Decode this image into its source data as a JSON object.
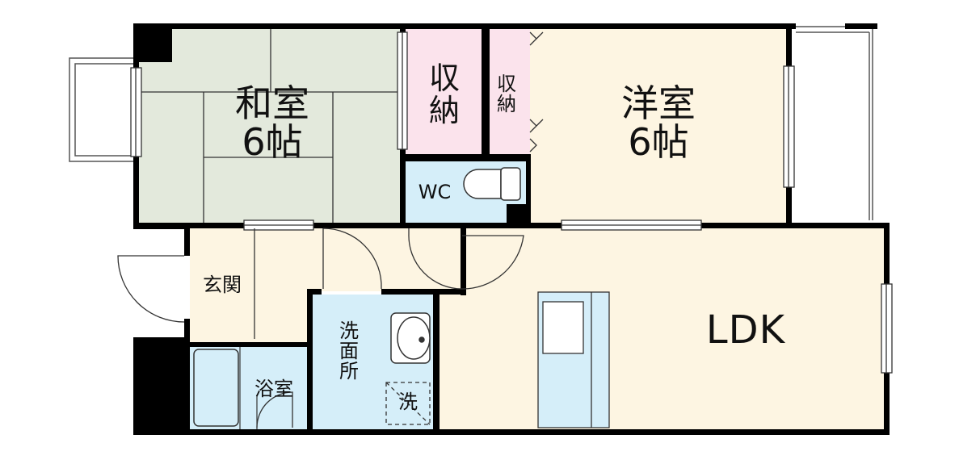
{
  "rooms": {
    "washitsu": {
      "name": "和室",
      "size": "6帖"
    },
    "youshitsu": {
      "name": "洋室",
      "size": "6帖"
    },
    "storage_left": {
      "line1": "収",
      "line2": "納"
    },
    "storage_right": {
      "line1": "収",
      "line2": "納"
    },
    "wc": "WC",
    "genkan": "玄関",
    "bath": "浴室",
    "washroom": {
      "line1": "洗",
      "line2": "面",
      "line3": "所"
    },
    "washer": "洗",
    "ldk": "LDK"
  },
  "colors": {
    "tatami": "#e3e9dc",
    "storage": "#fbe3ec",
    "wet_area": "#d5eef9",
    "floor": "#fdf5e2",
    "wall": "#000000",
    "outline": "#555555"
  }
}
